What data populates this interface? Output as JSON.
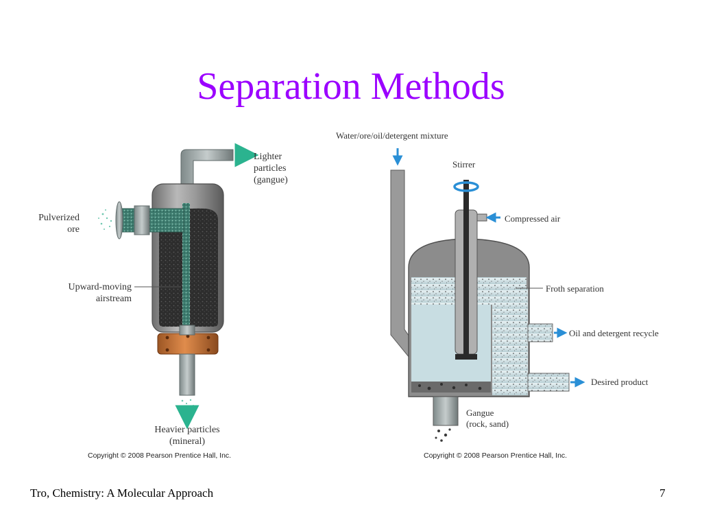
{
  "slide": {
    "title": "Separation Methods",
    "footer_left": "Tro, Chemistry: A Molecular Approach",
    "page_number": "7"
  },
  "left_diagram": {
    "labels": {
      "lighter_line1": "Lighter",
      "lighter_line2": "particles",
      "lighter_line3": "(gangue)",
      "pulverized_line1": "Pulverized",
      "pulverized_line2": "ore",
      "airstream_line1": "Upward-moving",
      "airstream_line2": "airstream",
      "heavier_line1": "Heavier particles",
      "heavier_line2": "(mineral)"
    },
    "copyright": "Copyright © 2008 Pearson Prentice Hall, Inc."
  },
  "right_diagram": {
    "labels": {
      "mixture": "Water/ore/oil/detergent mixture",
      "stirrer": "Stirrer",
      "compressed_air": "Compressed air",
      "froth": "Froth separation",
      "oil_recycle": "Oil and detergent recycle",
      "desired_product": "Desired product",
      "gangue_line1": "Gangue",
      "gangue_line2": "(rock, sand)"
    },
    "copyright": "Copyright © 2008 Pearson Prentice Hall, Inc."
  },
  "colors": {
    "title": "#9b00ff",
    "arrow_green": "#2bb38f",
    "arrow_blue": "#2a8fd6",
    "vessel_gray": "#8a8a8a",
    "flange_orange": "#c8763a"
  }
}
